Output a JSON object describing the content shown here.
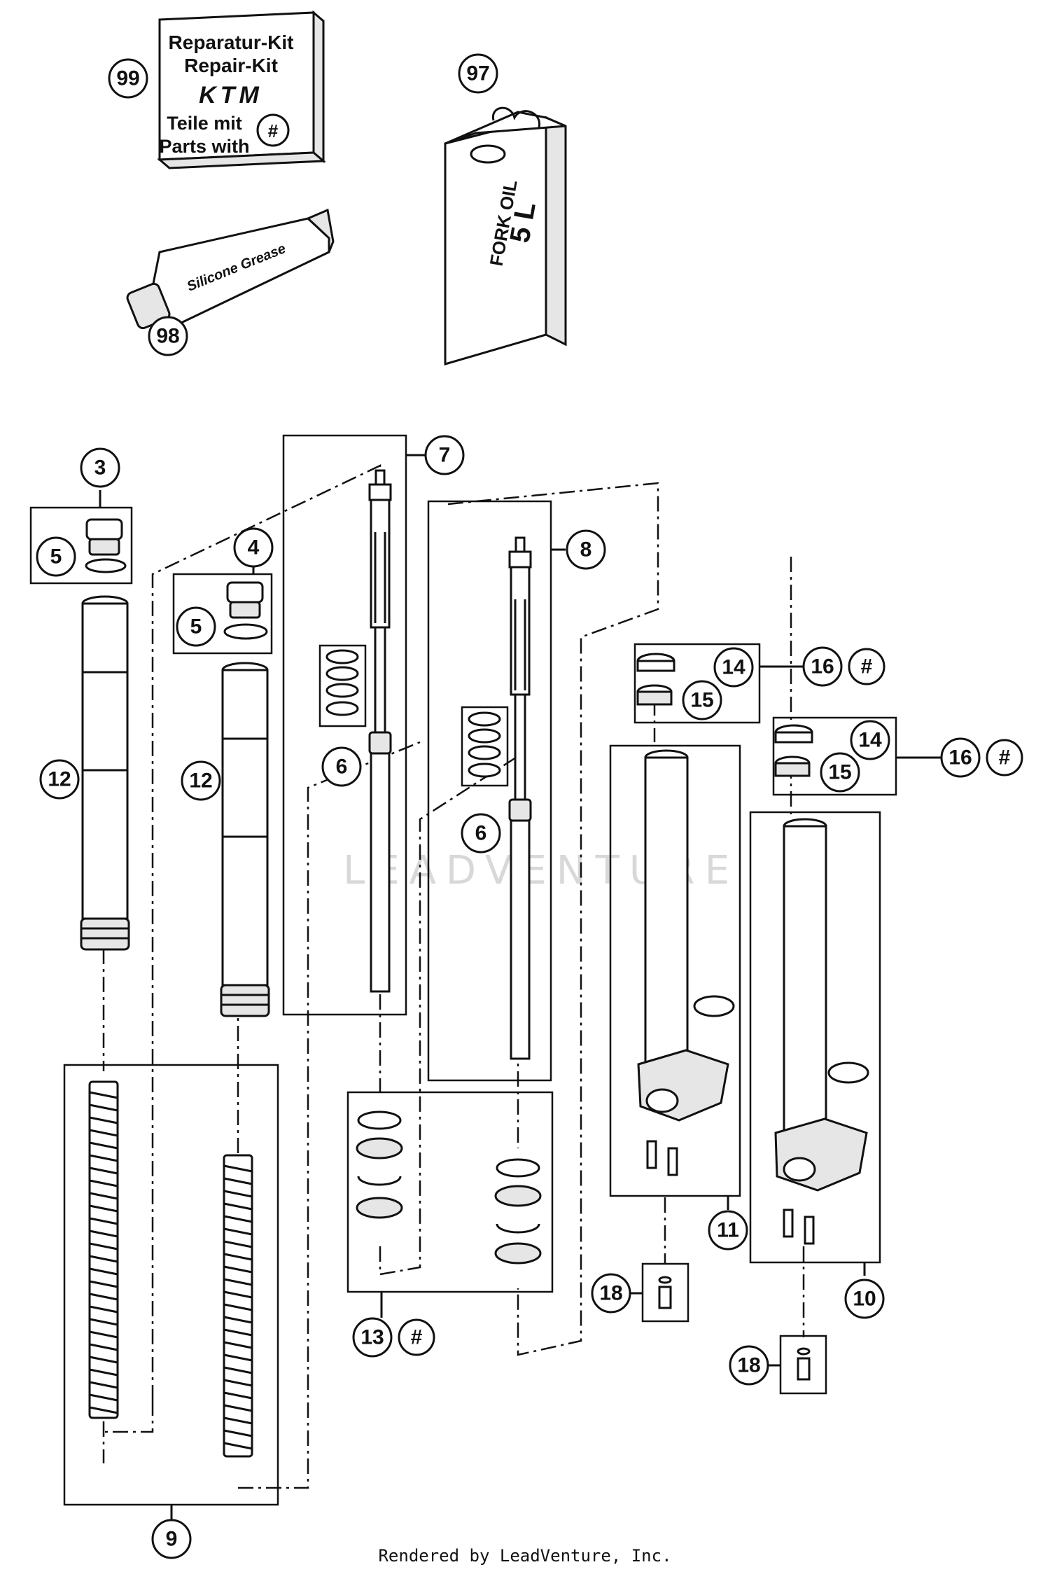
{
  "repair_kit": {
    "line1": "Reparatur-Kit",
    "line2": "Repair-Kit",
    "brand": "KTM",
    "line3": "Teile mit",
    "line4": "Parts with",
    "symbol": "#"
  },
  "fork_oil": {
    "line1": "FORK OIL",
    "line2": "5 L"
  },
  "grease": {
    "line1": "Silicone Grease"
  },
  "callouts": {
    "c99": "99",
    "c98": "98",
    "c97": "97",
    "c3": "3",
    "c4": "4",
    "c5a": "5",
    "c5b": "5",
    "c12a": "12",
    "c12b": "12",
    "c7": "7",
    "c8": "8",
    "c6a": "6",
    "c6b": "6",
    "c14a": "14",
    "c15a": "15",
    "c16a": "16",
    "h16a": "#",
    "c14b": "14",
    "c15b": "15",
    "c16b": "16",
    "h16b": "#",
    "c11": "11",
    "c10": "10",
    "c9": "9",
    "c13": "13",
    "h13": "#",
    "c18a": "18",
    "c18b": "18"
  },
  "watermark": "LEADVENTURE",
  "footer": "Rendered by LeadVenture, Inc.",
  "colors": {
    "ink": "#111111",
    "watermark": "#d8d8d8",
    "background": "#ffffff"
  }
}
